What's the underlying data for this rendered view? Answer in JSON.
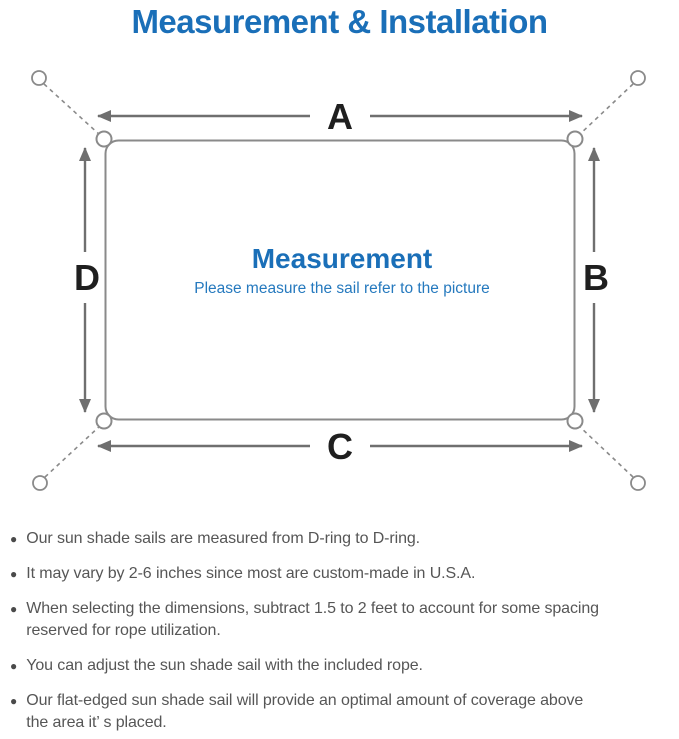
{
  "colors": {
    "page_bg": "#ffffff",
    "title_blue": "#1a6fb8",
    "sub_blue": "#2579be",
    "line_gray": "#8a8a8a",
    "arrow_gray": "#6f6f6f",
    "label_black": "#1f1f1f",
    "text_gray": "#565656",
    "bullet_gray": "#4a4a4a"
  },
  "title": "Measurement & Installation",
  "diagram": {
    "labels": {
      "top": "A",
      "right": "B",
      "bottom": "C",
      "left": "D"
    },
    "center": {
      "heading": "Measurement",
      "subheading": "Please measure the sail refer to the picture"
    }
  },
  "notes": {
    "bullet_glyph": "●",
    "items": [
      "Our sun shade sails are measured from D-ring to D-ring.",
      "It may vary by 2-6 inches since most are custom-made in U.S.A.",
      "When selecting the dimensions, subtract 1.5 to 2 feet to account for some spacing\nreserved for rope utilization.",
      "You can adjust the sun shade sail with the included rope.",
      "Our flat-edged sun shade sail will provide an optimal amount of coverage above\nthe area it’ s placed."
    ]
  }
}
